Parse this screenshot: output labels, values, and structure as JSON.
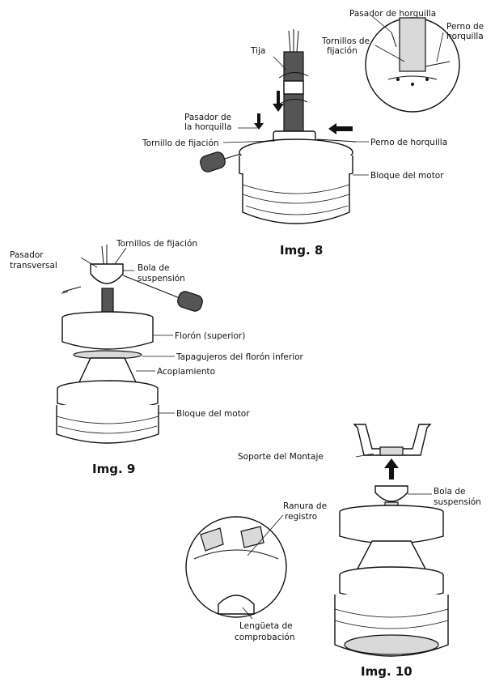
{
  "fig8": {
    "caption": "Img. 8",
    "labels": {
      "pasador_horquilla_top": "Pasador de horquilla",
      "perno_horquilla_top_1": "Perno de",
      "perno_horquilla_top_2": "horquilla",
      "tornillos_fijacion_1": "Tornillos de",
      "tornillos_fijacion_2": "fijación",
      "tija": "Tija",
      "pasador_de_la_1": "Pasador de",
      "pasador_de_la_2": "la horquilla",
      "tornillo_fijacion": "Tornillo de fijación",
      "perno_horquilla": "Perno de horquilla",
      "bloque_motor": "Bloque del motor"
    }
  },
  "fig9": {
    "caption": "Img. 9",
    "labels": {
      "pasador_transversal_1": "Pasador",
      "pasador_transversal_2": "transversal",
      "tornillos_fijacion": "Tornillos de fijación",
      "bola_suspension_1": "Bola de",
      "bola_suspension_2": "suspensión",
      "floron_superior": "Florón (superior)",
      "tapagujeros": "Tapagujeros del florón inferior",
      "acoplamiento": "Acoplamiento",
      "bloque_motor": "Bloque del motor"
    }
  },
  "fig10": {
    "caption": "Img. 10",
    "labels": {
      "soporte_montaje": "Soporte del Montaje",
      "ranura_registro_1": "Ranura de",
      "ranura_registro_2": "registro",
      "bola_suspension_1": "Bola de",
      "bola_suspension_2": "suspensión",
      "lengueta_1": "Lengüeta de",
      "lengueta_2": "comprobación"
    }
  }
}
